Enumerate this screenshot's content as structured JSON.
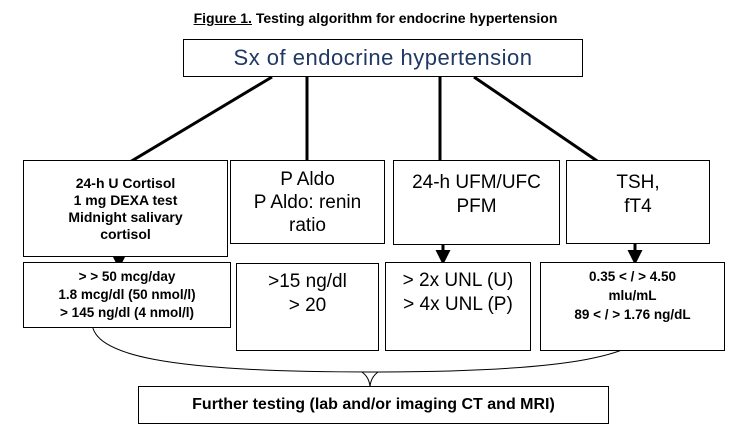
{
  "figure": {
    "label": "Figure 1.",
    "title": " Testing algorithm for endocrine hypertension"
  },
  "top_box": {
    "text": "Sx of endocrine hypertension"
  },
  "tests": [
    {
      "lines": [
        "24-h U Cortisol",
        "1 mg DEXA test",
        "Midnight salivary",
        "cortisol"
      ]
    },
    {
      "lines": [
        "P Aldo",
        "P Aldo: renin",
        "ratio"
      ]
    },
    {
      "lines": [
        "24-h UFM/UFC",
        "PFM"
      ]
    },
    {
      "lines": [
        "TSH,",
        "fT4"
      ]
    }
  ],
  "thresholds": [
    {
      "lines": [
        "> > 50 mcg/day",
        "1.8 mcg/dl (50 nmol/l)",
        "> 145 ng/dl (4 nmol/l)"
      ]
    },
    {
      "lines": [
        ">15 ng/dl",
        "> 20"
      ]
    },
    {
      "lines": [
        "> 2x UNL  (U)",
        "> 4x UNL  (P)"
      ]
    },
    {
      "lines": [
        "0.35 < / > 4.50",
        "mlu/mL",
        "89 < / > 1.76 ng/dL"
      ]
    }
  ],
  "bottom_box": {
    "text": "Further testing (lab and/or imaging CT and MRI)"
  }
}
